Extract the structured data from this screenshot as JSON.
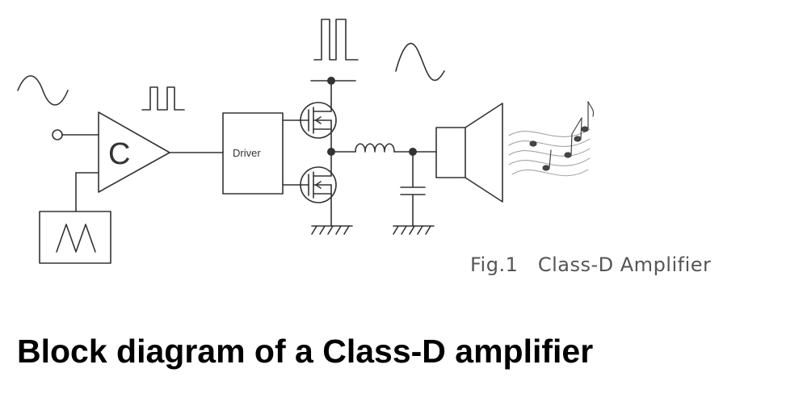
{
  "figure": {
    "comparator_label": "C",
    "driver_label": "Driver",
    "caption": "Fig.1　Class-D Amplifier"
  },
  "title": "Block diagram of a Class-D amplifier",
  "colors": {
    "ink": "#333333",
    "caption": "#555555",
    "title": "#000000"
  },
  "icons": [
    "sine-wave-icon",
    "pulse-train-icon",
    "triangle-wave-icon",
    "mosfet-icon",
    "inductor-icon",
    "capacitor-icon",
    "ground-icon",
    "speaker-icon",
    "music-notes-icon"
  ]
}
